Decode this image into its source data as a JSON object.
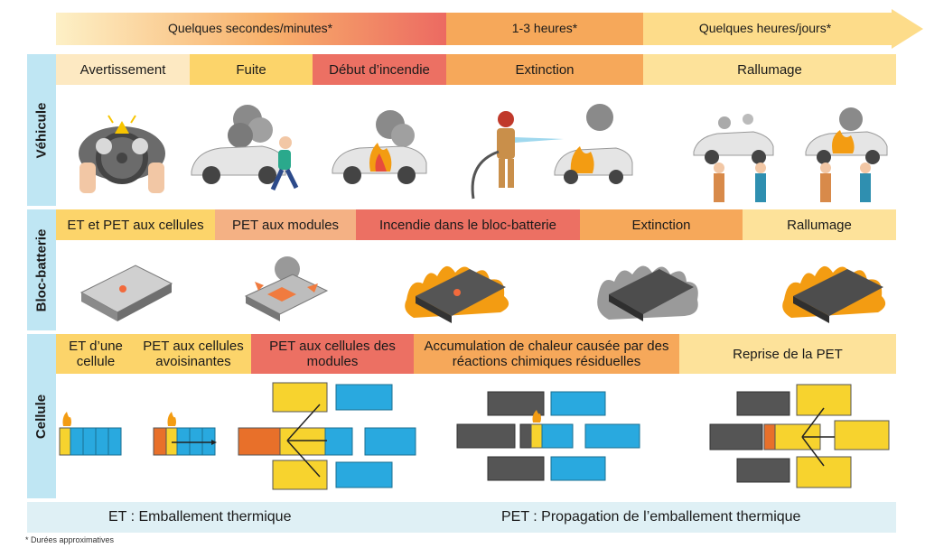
{
  "timeline": {
    "phase1": "Quelques secondes/minutes*",
    "phase2": "1-3 heures*",
    "phase3": "Quelques heures/jours*"
  },
  "rows": {
    "vehicle": {
      "label": "Véhicule",
      "stages": [
        "Avertissement",
        "Fuite",
        "Début d’incendie",
        "Extinction",
        "Rallumage"
      ]
    },
    "pack": {
      "label": "Bloc-batterie",
      "stages": [
        "ET et PET aux cellules",
        "PET aux modules",
        "Incendie dans le bloc-batterie",
        "Extinction",
        "Rallumage"
      ]
    },
    "cell": {
      "label": "Cellule",
      "stages": [
        "ET d’une cellule",
        "PET aux cellules avoisinantes",
        "PET aux cellules des modules",
        "Accumulation de chaleur causée par des réactions chimiques résiduelles",
        "Reprise de la PET"
      ]
    }
  },
  "legend": {
    "et": "ET : Emballement thermique",
    "pet": "PET : Propagation de l’emballement thermique"
  },
  "footnote": "* Durées approximatives",
  "colors": {
    "pale": "#fde9c2",
    "yellow": "#fcd46a",
    "peach": "#f4b184",
    "red": "#ec7063",
    "orange": "#f6a85a",
    "lightyellow": "#fde29a",
    "blue": "#29a9df",
    "side": "#bfe6f3"
  }
}
